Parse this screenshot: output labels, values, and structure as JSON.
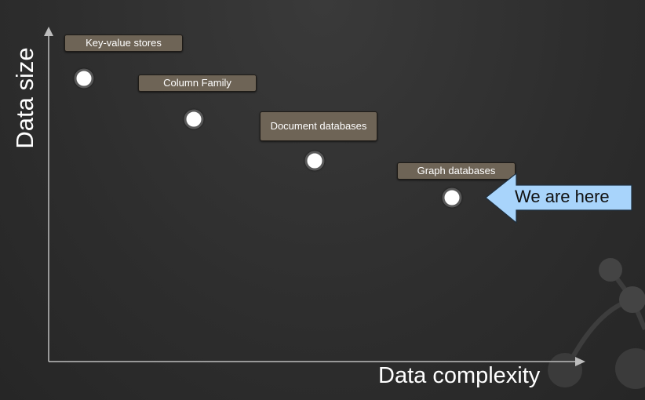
{
  "axes": {
    "y_label": "Data size",
    "x_label": "Data complexity"
  },
  "items": [
    {
      "id": "kv",
      "label": "Key-value stores"
    },
    {
      "id": "cf",
      "label": "Column Family"
    },
    {
      "id": "doc",
      "label": "Document databases"
    },
    {
      "id": "graph",
      "label": "Graph databases"
    }
  ],
  "callout": {
    "text": "We are here",
    "color": "#a8d4fb"
  },
  "colors": {
    "background": "#2f2f2f",
    "label_fill": "#6e6456",
    "axis": "#bdbdbd",
    "dot": "#ffffff"
  }
}
